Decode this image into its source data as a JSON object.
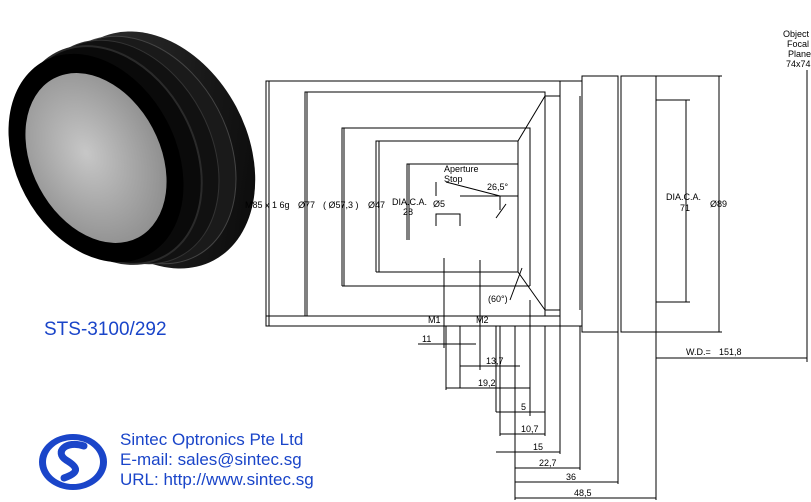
{
  "product": {
    "model": "STS-3100/292"
  },
  "company": {
    "name": "Sintec Optronics Pte Ltd",
    "email_line": "E-mail: sales@sintec.sg",
    "url_line": "URL: http://www.sintec.sg"
  },
  "drawing": {
    "object_label": [
      "Object",
      "Focal",
      "Plane",
      "74x74"
    ],
    "thread": "M85 x 1  6g",
    "dia_77": "Ø77",
    "dia_57": "( Ø57,3 )",
    "dia_47": "Ø47",
    "dia_ca_left": [
      "DIA.C.A.",
      "28"
    ],
    "dia_5": "Ø5",
    "aperture": [
      "Aperture",
      "Stop"
    ],
    "angle_26": "26,5°",
    "angle_60": "(60°)",
    "m1": "M1",
    "m2": "M2",
    "dia_ca_right": [
      "DIA.C.A.",
      "71"
    ],
    "dia_89": "Ø89",
    "wd_label": "W.D.=",
    "wd_value": "151,8",
    "dims": [
      "11",
      "13,7",
      "19,2",
      "5",
      "10,7",
      "15",
      "22,7",
      "36",
      "48,5"
    ]
  }
}
